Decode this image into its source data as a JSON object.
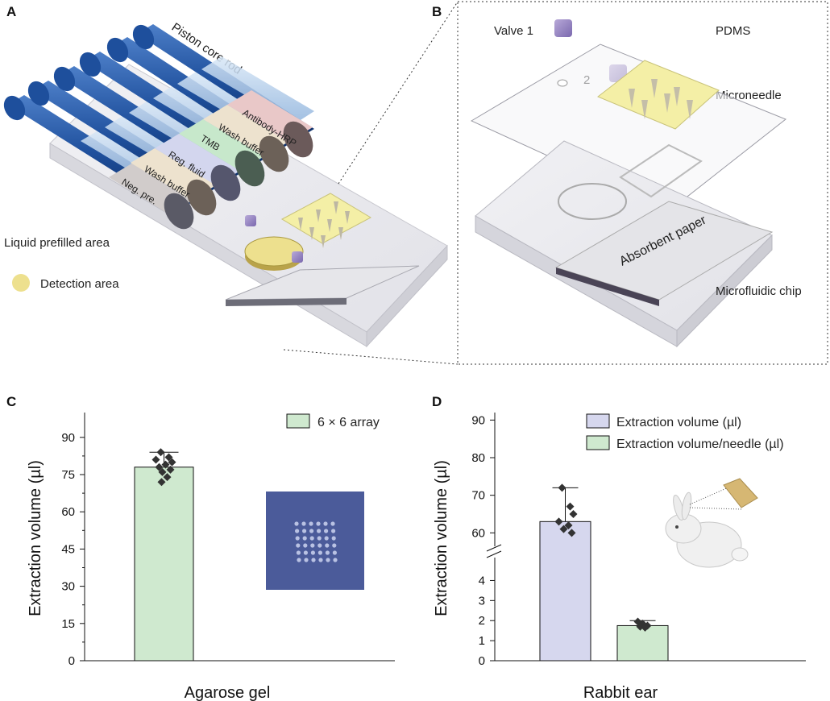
{
  "panels": {
    "a": {
      "letter": "A",
      "piston_label": "Piston core rod",
      "liquid_label": "Liquid prefilled area",
      "detection_label": "Detection area",
      "syringes": [
        "Neg. pre.",
        "Wash buffer",
        "Reg. fluid",
        "TMB",
        "Wash buffer",
        "Antibody-HRP"
      ]
    },
    "b": {
      "letter": "B",
      "valve1_label": "Valve 1",
      "valve2_label": "2",
      "pdms_label": "PDMS",
      "microneedle_label": "Microneedle",
      "absorbent_label": "Absorbent paper",
      "chip_label": "Microfluidic chip"
    },
    "c": {
      "letter": "C"
    },
    "d": {
      "letter": "D"
    }
  },
  "chart_data": [
    {
      "type": "bar",
      "panel": "C",
      "categories": [
        "Agarose gel"
      ],
      "series": [
        {
          "name": "6 × 6 array",
          "values": [
            78
          ],
          "error": [
            6
          ],
          "color": "#cfe9cf",
          "points": [
            84,
            82,
            81,
            80,
            79,
            78,
            77,
            76,
            74,
            72
          ]
        }
      ],
      "xlabel": "Agarose gel",
      "ylabel": "Extraction volume (µl)",
      "ylim": [
        0,
        100
      ],
      "yticks": [
        0,
        15,
        30,
        45,
        60,
        75,
        90
      ]
    },
    {
      "type": "bar",
      "panel": "D",
      "categories": [
        "Extraction volume (µl)",
        "Extraction volume/needle (µl)"
      ],
      "series": [
        {
          "name": "Extraction volume (µl)",
          "values": [
            63
          ],
          "error": [
            9
          ],
          "color": "#d6d7ee",
          "points": [
            72,
            67,
            65,
            63,
            62,
            61,
            60
          ]
        },
        {
          "name": "Extraction volume/needle (µl)",
          "values": [
            1.75
          ],
          "error": [
            0.25
          ],
          "color": "#cfe9cf",
          "points": [
            1.95,
            1.85,
            1.75,
            1.7,
            1.65
          ]
        }
      ],
      "xlabel": "Rabbit ear",
      "ylabel": "Extraction volume (µl)",
      "axis_break": true,
      "yticks_lower": [
        0,
        1,
        2,
        3,
        4
      ],
      "yticks_upper": [
        60,
        70,
        80,
        90
      ]
    }
  ]
}
